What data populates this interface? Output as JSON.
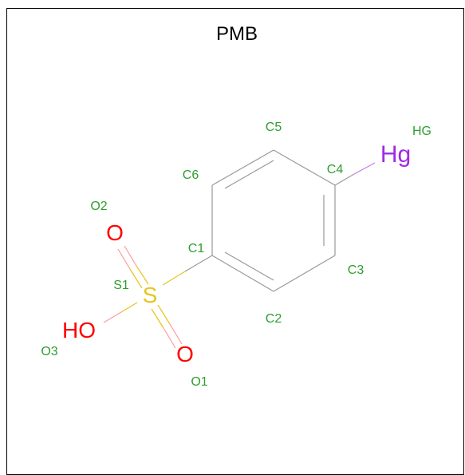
{
  "title": "PMB",
  "colors": {
    "carbon_bond": "#999999",
    "label": "#2e9e2e",
    "oxygen": "#ff0000",
    "sulfur": "#e6c51e",
    "mercury": "#9f2be6",
    "frame": "#000000"
  },
  "atoms": {
    "c1": {
      "label": "C1"
    },
    "c2": {
      "label": "C2"
    },
    "c3": {
      "label": "C3"
    },
    "c4": {
      "label": "C4"
    },
    "c5": {
      "label": "C5"
    },
    "c6": {
      "label": "C6"
    },
    "s1": {
      "label": "S1",
      "symbol": "S"
    },
    "o1": {
      "label": "O1",
      "symbol": "O"
    },
    "o2": {
      "label": "O2",
      "symbol": "O"
    },
    "o3": {
      "label": "O3",
      "symbol": "HO"
    },
    "hg": {
      "label": "HG",
      "symbol": "Hg"
    }
  }
}
